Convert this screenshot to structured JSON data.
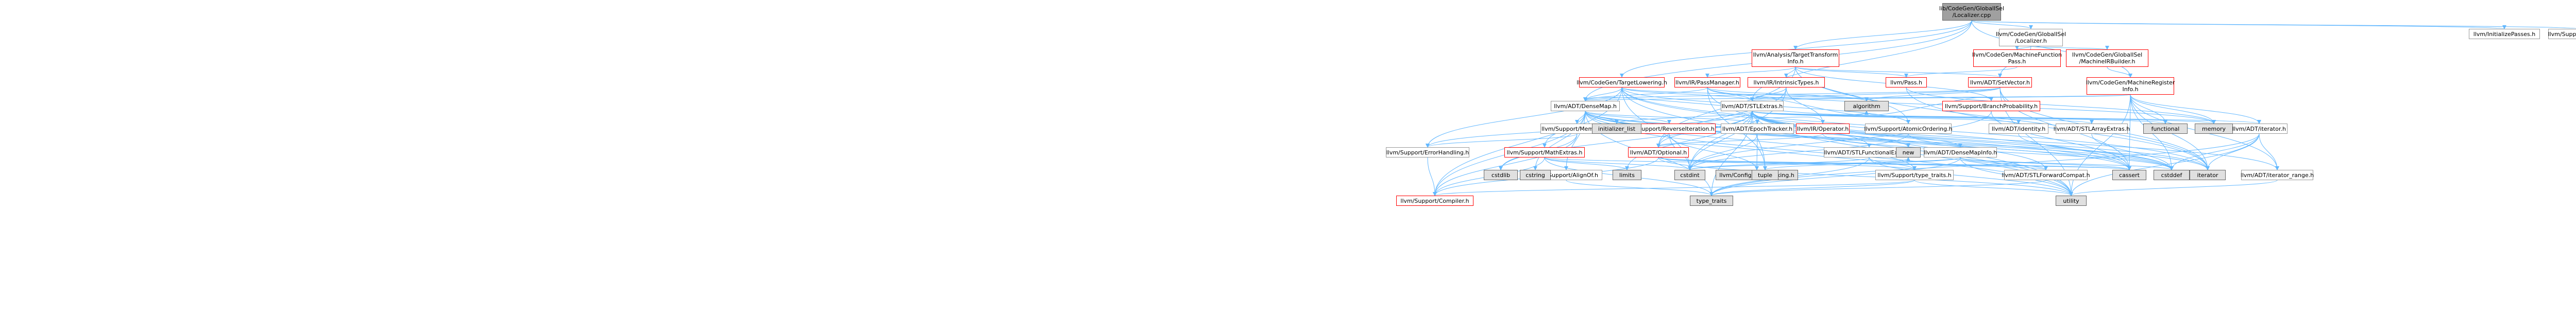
{
  "colors": {
    "edge": "#63b8ff",
    "edge_dark": "#4a86c8",
    "node_border": "#999999",
    "node_missing_border": "#ff0000",
    "root_fill": "#a0a0a0",
    "system_fill": "#e0e0e0"
  },
  "nodes": [
    {
      "id": "root",
      "label": "lib/CodeGen/GlobalISel\n/Localizer.cpp",
      "kind": "root"
    },
    {
      "id": "init",
      "label": "llvm/InitializePasses.h",
      "kind": "normal"
    },
    {
      "id": "debug",
      "label": "llvm/Support/Debug.h",
      "kind": "normal"
    },
    {
      "id": "localizer",
      "label": "llvm/CodeGen/GlobalISel\n/Localizer.h",
      "kind": "normal"
    },
    {
      "id": "mirbuilder",
      "label": "llvm/CodeGen/GlobalISel\n/MachineIRBuilder.h",
      "kind": "missing"
    },
    {
      "id": "mfpass",
      "label": "llvm/CodeGen/MachineFunction\nPass.h",
      "kind": "missing"
    },
    {
      "id": "tti",
      "label": "llvm/Analysis/TargetTransform\nInfo.h",
      "kind": "missing"
    },
    {
      "id": "setvector",
      "label": "llvm/ADT/SetVector.h",
      "kind": "missing"
    },
    {
      "id": "pass",
      "label": "llvm/Pass.h",
      "kind": "missing"
    },
    {
      "id": "mri",
      "label": "llvm/CodeGen/MachineRegister\nInfo.h",
      "kind": "missing"
    },
    {
      "id": "tlowering",
      "label": "llvm/CodeGen/TargetLowering.h",
      "kind": "missing"
    },
    {
      "id": "passmgr",
      "label": "llvm/IR/PassManager.h",
      "kind": "missing"
    },
    {
      "id": "intrtypes",
      "label": "llvm/IR/IntrinsicTypes.h",
      "kind": "missing"
    },
    {
      "id": "densemap",
      "label": "llvm/ADT/DenseMap.h",
      "kind": "normal"
    },
    {
      "id": "stlextras",
      "label": "llvm/ADT/STLExtras.h",
      "kind": "normal"
    },
    {
      "id": "irop",
      "label": "llvm/IR/Operator.h",
      "kind": "missing"
    },
    {
      "id": "atomic",
      "label": "llvm/Support/AtomicOrdering.h",
      "kind": "normal"
    },
    {
      "id": "branchprob",
      "label": "llvm/Support/BranchProbability.h",
      "kind": "missing"
    },
    {
      "id": "memalloc",
      "label": "llvm/Support/MemAlloc.h",
      "kind": "normal"
    },
    {
      "id": "reverseiter",
      "label": "llvm/Support/ReverseIteration.h",
      "kind": "missing"
    },
    {
      "id": "epochtracker",
      "label": "llvm/ADT/EpochTracker.h",
      "kind": "normal"
    },
    {
      "id": "mathextras",
      "label": "llvm/Support/MathExtras.h",
      "kind": "missing"
    },
    {
      "id": "stlfunc",
      "label": "llvm/ADT/STLFunctionalExtras.h",
      "kind": "normal"
    },
    {
      "id": "densemapinfo",
      "label": "llvm/ADT/DenseMapInfo.h",
      "kind": "normal"
    },
    {
      "id": "optional",
      "label": "llvm/ADT/Optional.h",
      "kind": "missing"
    },
    {
      "id": "identity",
      "label": "llvm/ADT/identity.h",
      "kind": "normal"
    },
    {
      "id": "stlarray",
      "label": "llvm/ADT/STLArrayExtras.h",
      "kind": "normal"
    },
    {
      "id": "iterator",
      "label": "llvm/ADT/iterator.h",
      "kind": "normal"
    },
    {
      "id": "errhandling",
      "label": "llvm/Support/ErrorHandling.h",
      "kind": "normal"
    },
    {
      "id": "alignof",
      "label": "llvm/Support/AlignOf.h",
      "kind": "normal"
    },
    {
      "id": "abibreaking",
      "label": "llvm/Config/abi-breaking.h",
      "kind": "system"
    },
    {
      "id": "typetraits",
      "label": "llvm/Support/type_traits.h",
      "kind": "normal"
    },
    {
      "id": "stlfwd",
      "label": "llvm/ADT/STLForwardCompat.h",
      "kind": "normal"
    },
    {
      "id": "iterrange",
      "label": "llvm/ADT/iterator_range.h",
      "kind": "normal"
    },
    {
      "id": "compiler",
      "label": "llvm/Support/Compiler.h",
      "kind": "missing"
    },
    {
      "id": "initlist",
      "label": "initializer_list",
      "kind": "system"
    },
    {
      "id": "algorithm",
      "label": "algorithm",
      "kind": "system"
    },
    {
      "id": "functional",
      "label": "functional",
      "kind": "system"
    },
    {
      "id": "memory",
      "label": "memory",
      "kind": "system"
    },
    {
      "id": "cstdlib",
      "label": "cstdlib",
      "kind": "system"
    },
    {
      "id": "cstring",
      "label": "cstring",
      "kind": "system"
    },
    {
      "id": "limits",
      "label": "limits",
      "kind": "system"
    },
    {
      "id": "cstdint",
      "label": "cstdint",
      "kind": "system"
    },
    {
      "id": "tuple",
      "label": "tuple",
      "kind": "system"
    },
    {
      "id": "new",
      "label": "new",
      "kind": "system"
    },
    {
      "id": "cassert",
      "label": "cassert",
      "kind": "system"
    },
    {
      "id": "cstddef",
      "label": "cstddef",
      "kind": "system"
    },
    {
      "id": "iteratorstd",
      "label": "iterator",
      "kind": "system"
    },
    {
      "id": "type_traits",
      "label": "type_traits",
      "kind": "system"
    },
    {
      "id": "utility",
      "label": "utility",
      "kind": "system"
    }
  ],
  "edges": [
    [
      "root",
      "init"
    ],
    [
      "root",
      "debug"
    ],
    [
      "root",
      "localizer"
    ],
    [
      "root",
      "tti"
    ],
    [
      "root",
      "densemap"
    ],
    [
      "root",
      "stlextras"
    ],
    [
      "root",
      "mri"
    ],
    [
      "root",
      "tlowering"
    ],
    [
      "localizer",
      "mirbuilder"
    ],
    [
      "localizer",
      "mfpass"
    ],
    [
      "localizer",
      "setvector"
    ],
    [
      "mfpass",
      "pass"
    ],
    [
      "mirbuilder",
      "mri"
    ],
    [
      "tti",
      "pass"
    ],
    [
      "tti",
      "passmgr"
    ],
    [
      "tti",
      "intrtypes"
    ],
    [
      "tti",
      "atomic"
    ],
    [
      "tti",
      "branchprob"
    ],
    [
      "tti",
      "setvector"
    ],
    [
      "tti",
      "iteratorstd"
    ],
    [
      "tti",
      "optional"
    ],
    [
      "setvector",
      "densemap"
    ],
    [
      "setvector",
      "stlextras"
    ],
    [
      "setvector",
      "algorithm"
    ],
    [
      "setvector",
      "cassert"
    ],
    [
      "setvector",
      "iteratorstd"
    ],
    [
      "setvector",
      "utility"
    ],
    [
      "pass",
      "memory"
    ],
    [
      "pass",
      "iteratorstd"
    ],
    [
      "mri",
      "densemap"
    ],
    [
      "mri",
      "stlextras"
    ],
    [
      "mri",
      "iterrange"
    ],
    [
      "mri",
      "memory"
    ],
    [
      "mri",
      "utility"
    ],
    [
      "mri",
      "cassert"
    ],
    [
      "mri",
      "cstddef"
    ],
    [
      "mri",
      "iteratorstd"
    ],
    [
      "mri",
      "iterator"
    ],
    [
      "mri",
      "functional"
    ],
    [
      "tlowering",
      "densemap"
    ],
    [
      "tlowering",
      "stlextras"
    ],
    [
      "tlowering",
      "atomic"
    ],
    [
      "tlowering",
      "algorithm"
    ],
    [
      "tlowering",
      "cstdint"
    ],
    [
      "tlowering",
      "iteratorstd"
    ],
    [
      "tlowering",
      "utility"
    ],
    [
      "tlowering",
      "errhandling"
    ],
    [
      "tlowering",
      "cassert"
    ],
    [
      "tlowering",
      "compiler"
    ],
    [
      "passmgr",
      "densemap"
    ],
    [
      "passmgr",
      "stlextras"
    ],
    [
      "passmgr",
      "tuple"
    ],
    [
      "passmgr",
      "utility"
    ],
    [
      "passmgr",
      "memory"
    ],
    [
      "passmgr",
      "algorithm"
    ],
    [
      "intrtypes",
      "irop"
    ],
    [
      "intrtypes",
      "stlextras"
    ],
    [
      "intrtypes",
      "cstdint"
    ],
    [
      "intrtypes",
      "optional"
    ],
    [
      "densemap",
      "epochtracker"
    ],
    [
      "densemap",
      "memalloc"
    ],
    [
      "densemap",
      "reverseiter"
    ],
    [
      "densemap",
      "mathextras"
    ],
    [
      "densemap",
      "alignof"
    ],
    [
      "densemap",
      "densemapinfo"
    ],
    [
      "densemap",
      "initlist"
    ],
    [
      "densemap",
      "algorithm"
    ],
    [
      "densemap",
      "cassert"
    ],
    [
      "densemap",
      "cstddef"
    ],
    [
      "densemap",
      "cstring"
    ],
    [
      "densemap",
      "iteratorstd"
    ],
    [
      "densemap",
      "new"
    ],
    [
      "densemap",
      "type_traits"
    ],
    [
      "densemap",
      "utility"
    ],
    [
      "densemap",
      "compiler"
    ],
    [
      "densemap",
      "typetraits"
    ],
    [
      "stlextras",
      "stlfunc"
    ],
    [
      "stlextras",
      "optional"
    ],
    [
      "stlextras",
      "identity"
    ],
    [
      "stlextras",
      "stlarray"
    ],
    [
      "stlextras",
      "iterator"
    ],
    [
      "stlextras",
      "iterrange"
    ],
    [
      "stlextras",
      "errhandling"
    ],
    [
      "stlextras",
      "algorithm"
    ],
    [
      "stlextras",
      "cassert"
    ],
    [
      "stlextras",
      "cstddef"
    ],
    [
      "stlextras",
      "cstdint"
    ],
    [
      "stlextras",
      "cstdlib"
    ],
    [
      "stlextras",
      "functional"
    ],
    [
      "stlextras",
      "initlist"
    ],
    [
      "stlextras",
      "iteratorstd"
    ],
    [
      "stlextras",
      "limits"
    ],
    [
      "stlextras",
      "memory"
    ],
    [
      "stlextras",
      "tuple"
    ],
    [
      "stlextras",
      "type_traits"
    ],
    [
      "stlextras",
      "utility"
    ],
    [
      "stlextras",
      "stlfwd"
    ],
    [
      "irop",
      "stlextras"
    ],
    [
      "irop",
      "cstddef"
    ],
    [
      "irop",
      "optional"
    ],
    [
      "atomic",
      "cstddef"
    ],
    [
      "atomic",
      "cstdint"
    ],
    [
      "branchprob",
      "cstdint"
    ],
    [
      "branchprob",
      "cassert"
    ],
    [
      "branchprob",
      "algorithm"
    ],
    [
      "memalloc",
      "cstdlib"
    ],
    [
      "memalloc",
      "errhandling"
    ],
    [
      "memalloc",
      "compiler"
    ],
    [
      "reverseiter",
      "abibreaking"
    ],
    [
      "reverseiter",
      "cstdint"
    ],
    [
      "epochtracker",
      "abibreaking"
    ],
    [
      "epochtracker",
      "cstdint"
    ],
    [
      "mathextras",
      "limits"
    ],
    [
      "mathextras",
      "cstdint"
    ],
    [
      "mathextras",
      "compiler"
    ],
    [
      "mathextras",
      "type_traits"
    ],
    [
      "mathextras",
      "cassert"
    ],
    [
      "stlfunc",
      "cstdint"
    ],
    [
      "stlfunc",
      "type_traits"
    ],
    [
      "stlfunc",
      "utility"
    ],
    [
      "stlfunc",
      "typetraits"
    ],
    [
      "densemapinfo",
      "cassert"
    ],
    [
      "densemapinfo",
      "cstddef"
    ],
    [
      "densemapinfo",
      "cstdint"
    ],
    [
      "densemapinfo",
      "tuple"
    ],
    [
      "densemapinfo",
      "type_traits"
    ],
    [
      "densemapinfo",
      "utility"
    ],
    [
      "densemapinfo",
      "stlfwd"
    ],
    [
      "optional",
      "cassert"
    ],
    [
      "optional",
      "new"
    ],
    [
      "optional",
      "utility"
    ],
    [
      "optional",
      "typetraits"
    ],
    [
      "optional",
      "stlfwd"
    ],
    [
      "optional",
      "compiler"
    ],
    [
      "identity",
      "cstddef"
    ],
    [
      "stlarray",
      "cstddef"
    ],
    [
      "iterator",
      "iterrange"
    ],
    [
      "iterator",
      "cstddef"
    ],
    [
      "iterator",
      "iteratorstd"
    ],
    [
      "iterator",
      "type_traits"
    ],
    [
      "iterator",
      "utility"
    ],
    [
      "errhandling",
      "compiler"
    ],
    [
      "alignof",
      "type_traits"
    ],
    [
      "typetraits",
      "type_traits"
    ],
    [
      "typetraits",
      "utility"
    ],
    [
      "typetraits",
      "compiler"
    ],
    [
      "stlfwd",
      "type_traits"
    ],
    [
      "iterrange",
      "utility"
    ]
  ]
}
